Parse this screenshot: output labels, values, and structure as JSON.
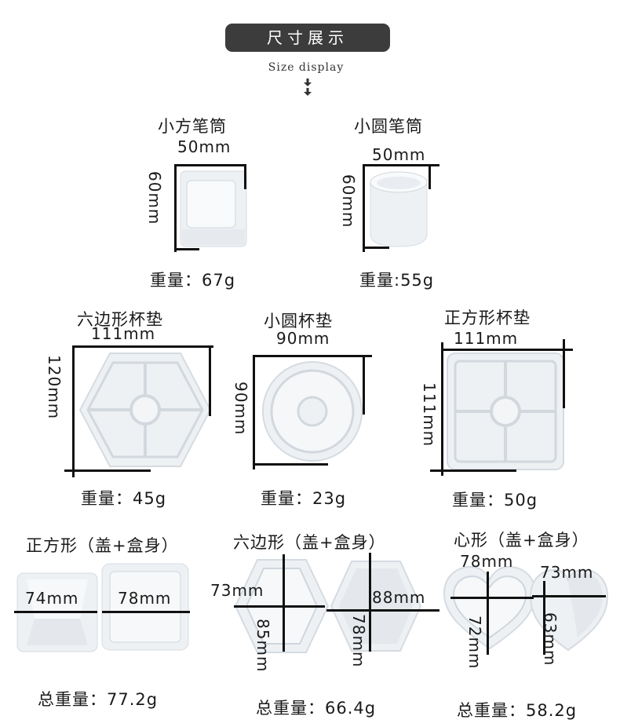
{
  "header": {
    "title": "尺寸展示",
    "subtitle": "Size display"
  },
  "row1": [
    {
      "name": "小方笔筒",
      "width": "50mm",
      "height": "60mm",
      "weight": "重量：67g"
    },
    {
      "name": "小圆笔筒",
      "width": "50mm",
      "height": "60mm",
      "weight": "重量:55g"
    }
  ],
  "row2": [
    {
      "name": "六边形杯垫",
      "width": "111mm",
      "height": "120mm",
      "weight": "重量：45g"
    },
    {
      "name": "小圆杯垫",
      "width": "90mm",
      "height": "90mm",
      "weight": "重量：23g"
    },
    {
      "name": "正方形杯垫",
      "width": "111mm",
      "height": "111mm",
      "weight": "重量：50g"
    }
  ],
  "row3": [
    {
      "name": "正方形（盖+盒身）",
      "dim_a": "74mm",
      "dim_b": "78mm",
      "weight": "总重量：77.2g"
    },
    {
      "name": "六边形（盖+盒身）",
      "dim_a": "73mm",
      "dim_b": "85mm",
      "dim_c": "88mm",
      "dim_d": "78mm",
      "weight": "总重量：66.4g"
    },
    {
      "name": "心形（盖+盒身）",
      "dim_a": "78mm",
      "dim_b": "72mm",
      "dim_c": "73mm",
      "dim_d": "63mm",
      "weight": "总重量：58.2g"
    }
  ],
  "colors": {
    "badge": "#3c3c3c",
    "silicone": "#eef1f4",
    "line": "#111111"
  }
}
